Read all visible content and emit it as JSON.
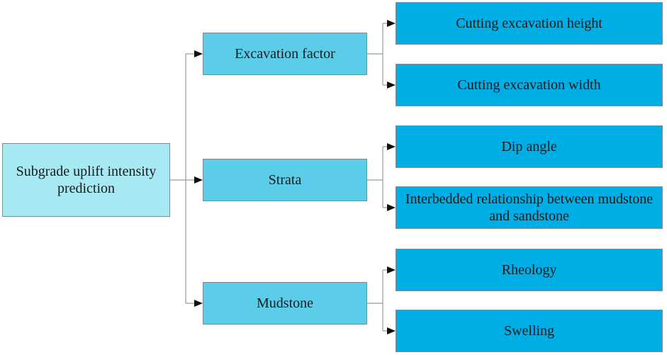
{
  "diagram": {
    "root": {
      "label": "Subgrade uplift intensity prediction"
    },
    "factors": [
      {
        "label": "Excavation factor",
        "children": [
          {
            "label": "Cutting excavation height"
          },
          {
            "label": "Cutting excavation width"
          }
        ]
      },
      {
        "label": "Strata",
        "children": [
          {
            "label": "Dip angle"
          },
          {
            "label": "Interbedded relationship between mudstone and sandstone"
          }
        ]
      },
      {
        "label": "Mudstone",
        "children": [
          {
            "label": "Rheology"
          },
          {
            "label": "Swelling"
          }
        ]
      }
    ],
    "colors": {
      "root": "#a6e9f3",
      "factor": "#5bcde9",
      "leaf": "#00aee6",
      "connector": "#9a9a9a",
      "arrowhead": "#111111"
    }
  }
}
